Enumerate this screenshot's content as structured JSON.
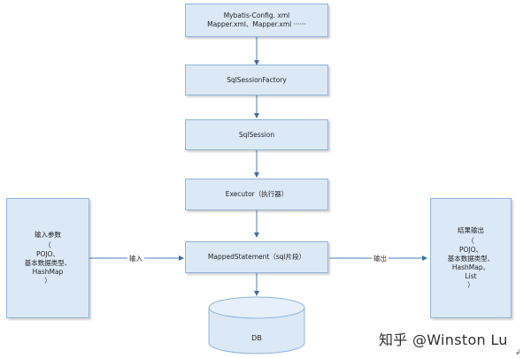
{
  "diagram": {
    "config_box": {
      "line1": "Mybatis-Config. xml",
      "line2": "Mapper.xml、Mapper.xml ······"
    },
    "factory_box": "SqlSessionFactory",
    "session_box": "SqlSession",
    "executor_box": "Executor（执行器）",
    "mapped_box": "MappedStatement（sql片段）",
    "input_box": {
      "title": "输入参数",
      "line1": "（",
      "line2": "POJO、",
      "line3": "基本数据类型、",
      "line4": "HashMap",
      "line5": "）"
    },
    "output_box": {
      "title": "结果输出",
      "line1": "（",
      "line2": "POJO、",
      "line3": "基本数据类型、",
      "line4": "HashMap、",
      "line5": "List",
      "line6": "）"
    },
    "db_label": "DB",
    "input_arrow_label": "输入",
    "output_arrow_label": "输出"
  },
  "watermark": "知乎 @Winston Lu",
  "corner_mark": "↲",
  "colors": {
    "box_fill": "#dbe8f6",
    "box_border": "#8fb4db",
    "arrow": "#4a7fb8"
  }
}
